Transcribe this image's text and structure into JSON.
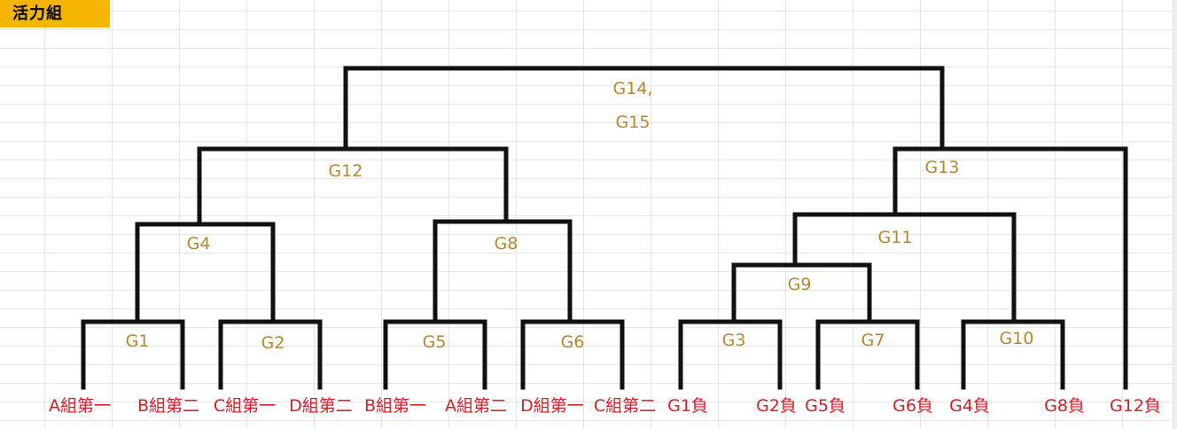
{
  "header": {
    "title": "活力組"
  },
  "teams": [
    "A組第一",
    "B組第二",
    "C組第一",
    "D組第二",
    "B組第一",
    "A組第二",
    "D組第一",
    "C組第二",
    "G1負",
    "G2負",
    "G5負",
    "G6負",
    "G4負",
    "G8負",
    "G12負"
  ],
  "matches": {
    "g1": "G1",
    "g2": "G2",
    "g3": "G3",
    "g4": "G4",
    "g5": "G5",
    "g6": "G6",
    "g7": "G7",
    "g8": "G8",
    "g9": "G9",
    "g10": "G10",
    "g11": "G11",
    "g12": "G12",
    "g13": "G13",
    "final_line1": "G14,",
    "final_line2": "G15"
  },
  "colors": {
    "header_bg": "#f4b400",
    "match_label": "#b8862f",
    "team_label": "#d81e28",
    "line": "#111111"
  }
}
